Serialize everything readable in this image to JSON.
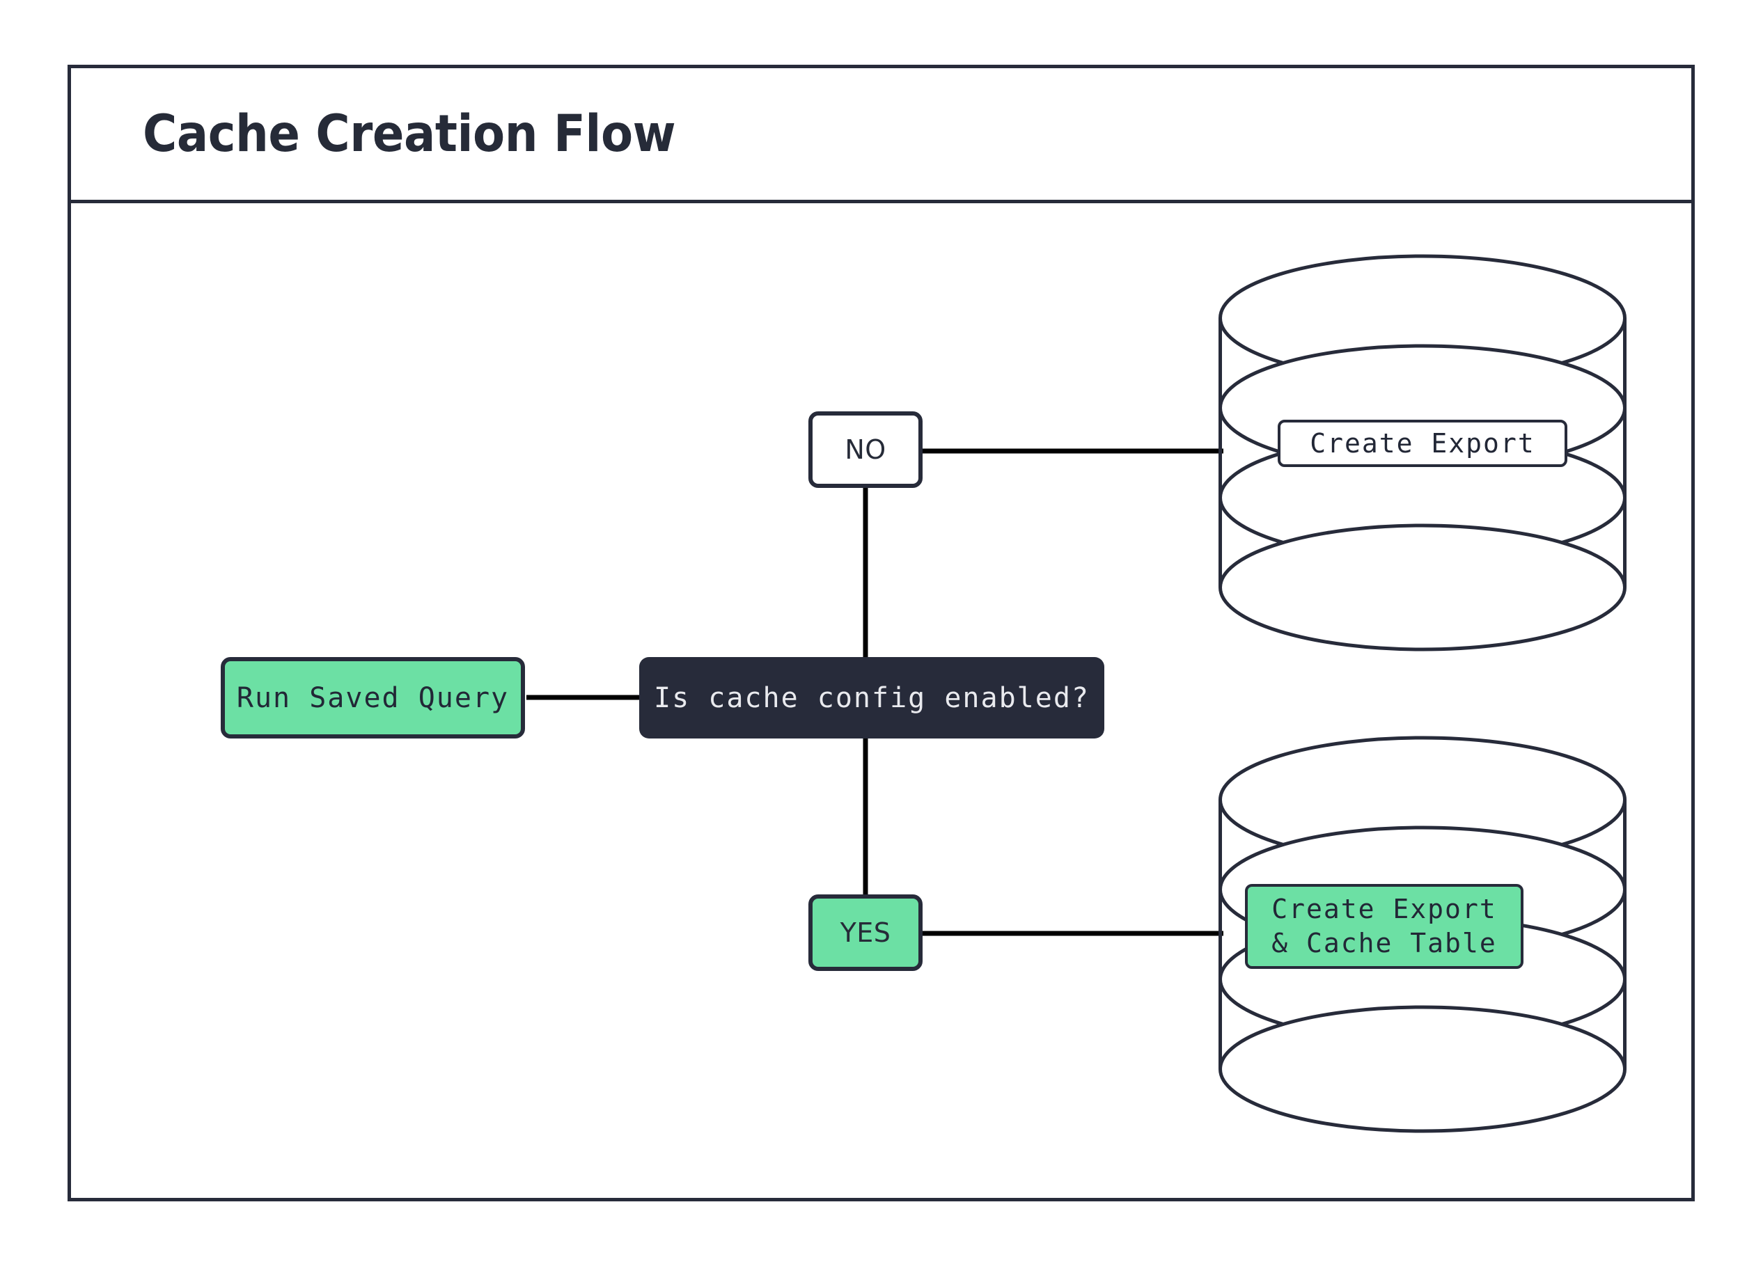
{
  "frame": {
    "title": "Cache Creation Flow"
  },
  "colors": {
    "stroke": "#272b3a",
    "accent_green": "#6ce0a4",
    "decision_fill": "#272b3a",
    "decision_text": "#e9eaee",
    "page_background": "#ffffff",
    "edge_line": "#000000"
  },
  "nodes": {
    "run_saved_query": {
      "label": "Run Saved Query",
      "shape": "rounded-rect",
      "fill": "green"
    },
    "decision": {
      "label": "Is cache config enabled?",
      "shape": "rounded-rect",
      "fill": "dark"
    },
    "db_top": {
      "shape": "database-cylinder",
      "label": "Create Export",
      "label_fill": "white"
    },
    "db_bottom": {
      "shape": "database-cylinder",
      "label_line1": "Create Export",
      "label_line2": "& Cache Table",
      "label_fill": "green"
    }
  },
  "edge_labels": {
    "no": {
      "label": "NO",
      "fill": "white"
    },
    "yes": {
      "label": "YES",
      "fill": "green"
    }
  }
}
